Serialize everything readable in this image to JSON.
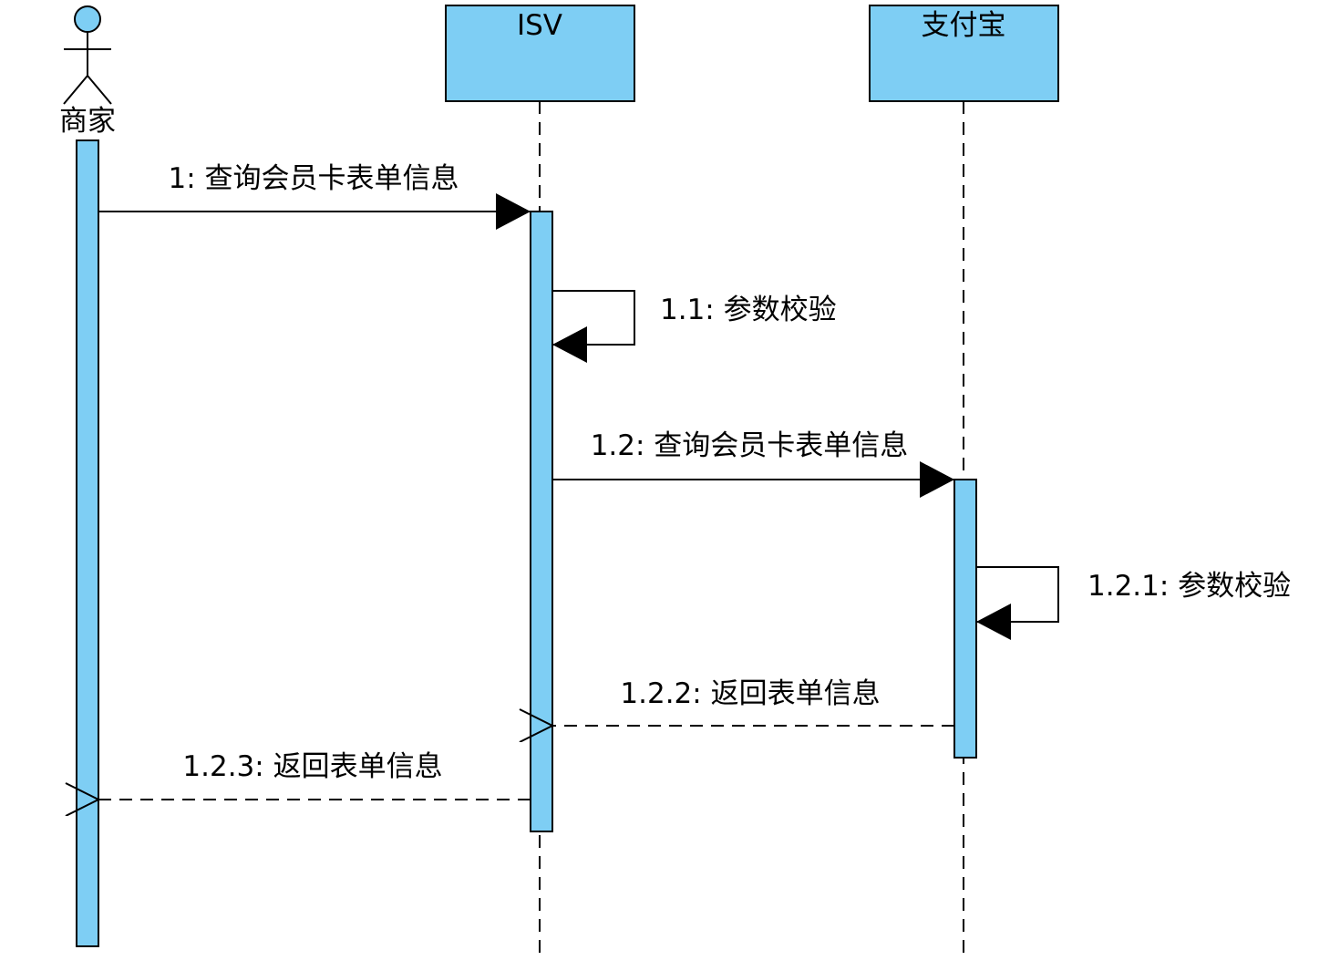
{
  "colors": {
    "participant_fill": "#7ecef4",
    "stroke": "#000000",
    "background": "#ffffff"
  },
  "actor": {
    "label": "商家",
    "icon": "stick-figure-actor-icon"
  },
  "participants": [
    {
      "id": "isv",
      "label": "ISV"
    },
    {
      "id": "alipay",
      "label": "支付宝"
    }
  ],
  "messages": [
    {
      "id": "m1",
      "label": "1: 查询会员卡表单信息",
      "from": "商家",
      "to": "ISV",
      "kind": "sync"
    },
    {
      "id": "m11",
      "label": "1.1: 参数校验",
      "from": "ISV",
      "to": "ISV",
      "kind": "self"
    },
    {
      "id": "m12",
      "label": "1.2: 查询会员卡表单信息",
      "from": "ISV",
      "to": "支付宝",
      "kind": "sync"
    },
    {
      "id": "m121",
      "label": "1.2.1: 参数校验",
      "from": "支付宝",
      "to": "支付宝",
      "kind": "self"
    },
    {
      "id": "m122",
      "label": "1.2.2: 返回表单信息",
      "from": "支付宝",
      "to": "ISV",
      "kind": "return"
    },
    {
      "id": "m123",
      "label": "1.2.3: 返回表单信息",
      "from": "ISV",
      "to": "商家",
      "kind": "return"
    }
  ]
}
